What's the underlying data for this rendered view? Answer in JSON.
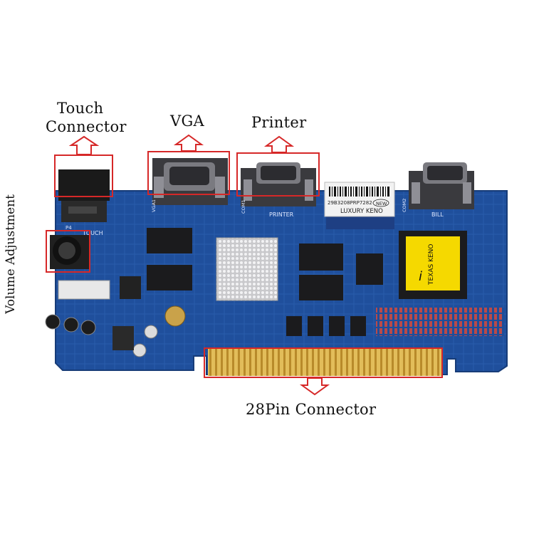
{
  "callouts": {
    "touch_line1": "Touch",
    "touch_line2": "Connector",
    "vga": "VGA",
    "printer": "Printer",
    "volume": "Volume Adjustment",
    "pin28": "28Pin Connector"
  },
  "board_silkscreen": {
    "vga1": "VGA1",
    "com1": "COM1",
    "printer": "PRINTER",
    "com2": "COM2",
    "bill": "BILL",
    "p4": "P4",
    "touch": "TOUCH"
  },
  "module_sticker": {
    "serial": "29B3208PRP7282",
    "badge": "NEW",
    "name": "LUXURY KENO"
  },
  "game_chip": {
    "brand": "TEXAS KENO",
    "logo_letter": "i"
  },
  "colors": {
    "board": "#1e4e9a",
    "callout_red": "#d62828",
    "gold_fingers": "#d9b44a",
    "chip_yellow": "#f5d900"
  }
}
